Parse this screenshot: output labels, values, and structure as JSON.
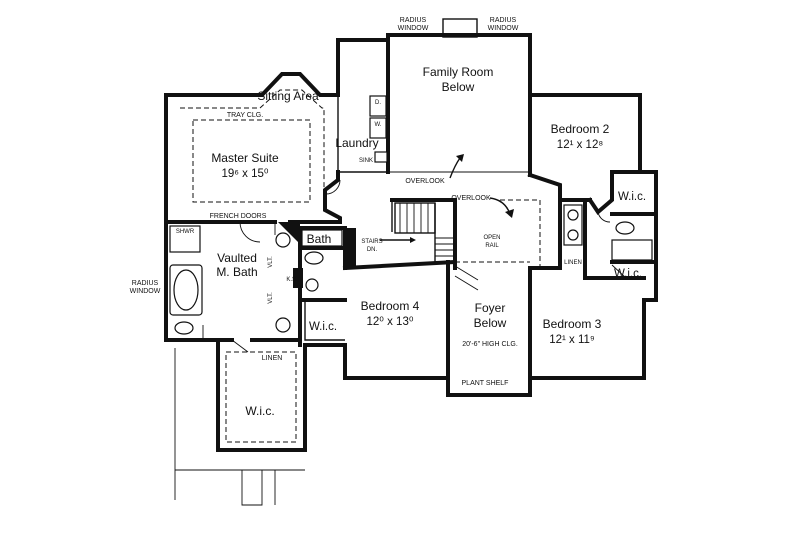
{
  "labels": {
    "radius_window_top_left": [
      "RADIUS",
      "WINDOW"
    ],
    "radius_window_top_right": [
      "RADIUS",
      "WINDOW"
    ],
    "radius_window_left": [
      "RADIUS",
      "WINDOW"
    ],
    "family_room": [
      "Family Room",
      "Below"
    ],
    "sitting_area": "Sitting Area",
    "tray_clg": "TRAY CLG.",
    "master_suite": "Master Suite",
    "master_suite_dim": "19⁶ x 15⁰",
    "laundry": "Laundry",
    "sink": "SINK",
    "dryer": "D.",
    "washer": "W.",
    "bedroom2": "Bedroom 2",
    "bedroom2_dim": "12¹ x 12⁸",
    "overlook_left": "OVERLOOK",
    "overlook_right": "OVERLOOK",
    "wic_right_top": "W.i.c.",
    "wic_right_mid": "W.i.c.",
    "linen_right": "LINEN",
    "french_doors": "FRENCH DOORS",
    "shwr": "SHWR",
    "vaulted_bath": [
      "Vaulted",
      "M. Bath"
    ],
    "vlt_top": "VLT.",
    "vlt_bottom": "VLT.",
    "ks": "K.S.",
    "bath": "Bath",
    "stairs": [
      "STAIRS",
      "DN."
    ],
    "open_rail": [
      "OPEN",
      "RAIL"
    ],
    "bedroom4": "Bedroom 4",
    "bedroom4_dim": "12⁰ x 13⁰",
    "wic_center": "W.i.c.",
    "foyer": [
      "Foyer",
      "Below"
    ],
    "foyer_clg": "20'-6\" HIGH CLG.",
    "bedroom3": "Bedroom 3",
    "bedroom3_dim": "12¹ x 11⁹",
    "linen_bottom": "LINEN",
    "wic_bottom": "W.i.c.",
    "plant_shelf": "PLANT SHELF"
  }
}
